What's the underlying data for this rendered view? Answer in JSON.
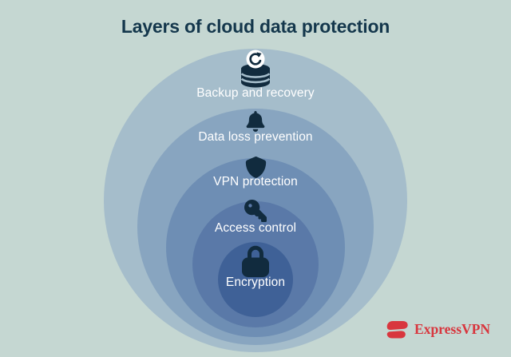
{
  "title": "Layers of cloud data protection",
  "layers": [
    {
      "label": "Backup and recovery",
      "icon": "database-sync-icon"
    },
    {
      "label": "Data loss prevention",
      "icon": "bell-icon"
    },
    {
      "label": "VPN protection",
      "icon": "shield-icon"
    },
    {
      "label": "Access control",
      "icon": "key-icon"
    },
    {
      "label": "Encryption",
      "icon": "lock-icon"
    }
  ],
  "colors": {
    "background": "#c5d7d2",
    "title_text": "#14374c",
    "label_text": "#ffffff",
    "icon": "#112b3e",
    "rings": [
      "#a5bdcb",
      "#88a5c0",
      "#6e8eb4",
      "#5a79a8",
      "#3f6197"
    ],
    "brand_red": "#d8363e"
  },
  "footer": {
    "brand": "ExpressVPN"
  }
}
